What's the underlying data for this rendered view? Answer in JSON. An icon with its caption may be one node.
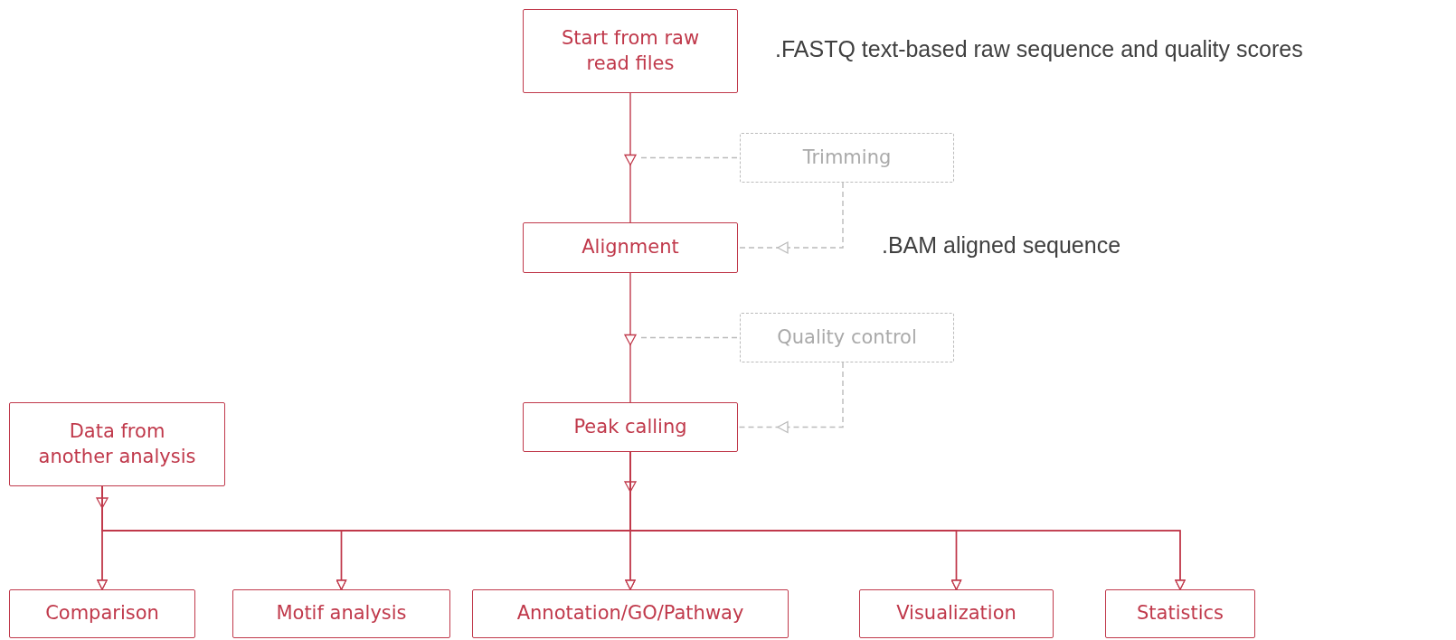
{
  "diagram": {
    "nodes": [
      {
        "text": [
          "Start from raw read files"
        ]
      },
      {
        "text": [
          "Trimming"
        ]
      },
      {
        "text": [
          "Alignment"
        ]
      },
      {
        "text": [
          "Quality control"
        ]
      },
      {
        "text": [
          "Data from another analysis"
        ]
      },
      {
        "text": [
          "Peak calling"
        ]
      },
      {
        "text": [
          "Comparison"
        ]
      },
      {
        "text": [
          "Motif analysis"
        ]
      },
      {
        "text": [
          "Annotation/GO/Pathway"
        ]
      },
      {
        "text": [
          "Visualization"
        ]
      },
      {
        "text": [
          "Statistics"
        ]
      }
    ],
    "edges": [
      {
        "from": 0,
        "to": 2,
        "arrow": "to"
      },
      {
        "from": null,
        "to": 1,
        "arrow": "none",
        "style": "dashed",
        "color": "#bbbbbb"
      },
      {
        "from": 1,
        "to": 2,
        "arrow": "to",
        "style": "dashed",
        "color": "#bbbbbb"
      },
      {
        "from": 2,
        "to": 5,
        "arrow": "to"
      },
      {
        "from": null,
        "to": 3,
        "arrow": "none",
        "style": "dashed",
        "color": "#bbbbbb"
      },
      {
        "from": 3,
        "to": 5,
        "arrow": "to",
        "style": "dashed",
        "color": "#bbbbbb"
      },
      {
        "from": 4,
        "to": 6,
        "arrow": "to"
      },
      {
        "from": 4,
        "to": 7,
        "arrow": "to"
      },
      {
        "from": 4,
        "to": 8,
        "arrow": "to"
      },
      {
        "from": 4,
        "to": 9,
        "arrow": "to"
      },
      {
        "from": 4,
        "to": 10,
        "arrow": "to"
      },
      {
        "from": 5,
        "to": 6,
        "arrow": "to"
      },
      {
        "from": 5,
        "to": 7,
        "arrow": "to"
      },
      {
        "from": 5,
        "to": 8,
        "arrow": "to"
      },
      {
        "from": 5,
        "to": 9,
        "arrow": "to"
      },
      {
        "from": 5,
        "to": 10,
        "arrow": "to"
      }
    ],
    "labels": [
      ".FASTQ text-based raw sequence and quality scores",
      ".BAM aligned sequence"
    ]
  }
}
